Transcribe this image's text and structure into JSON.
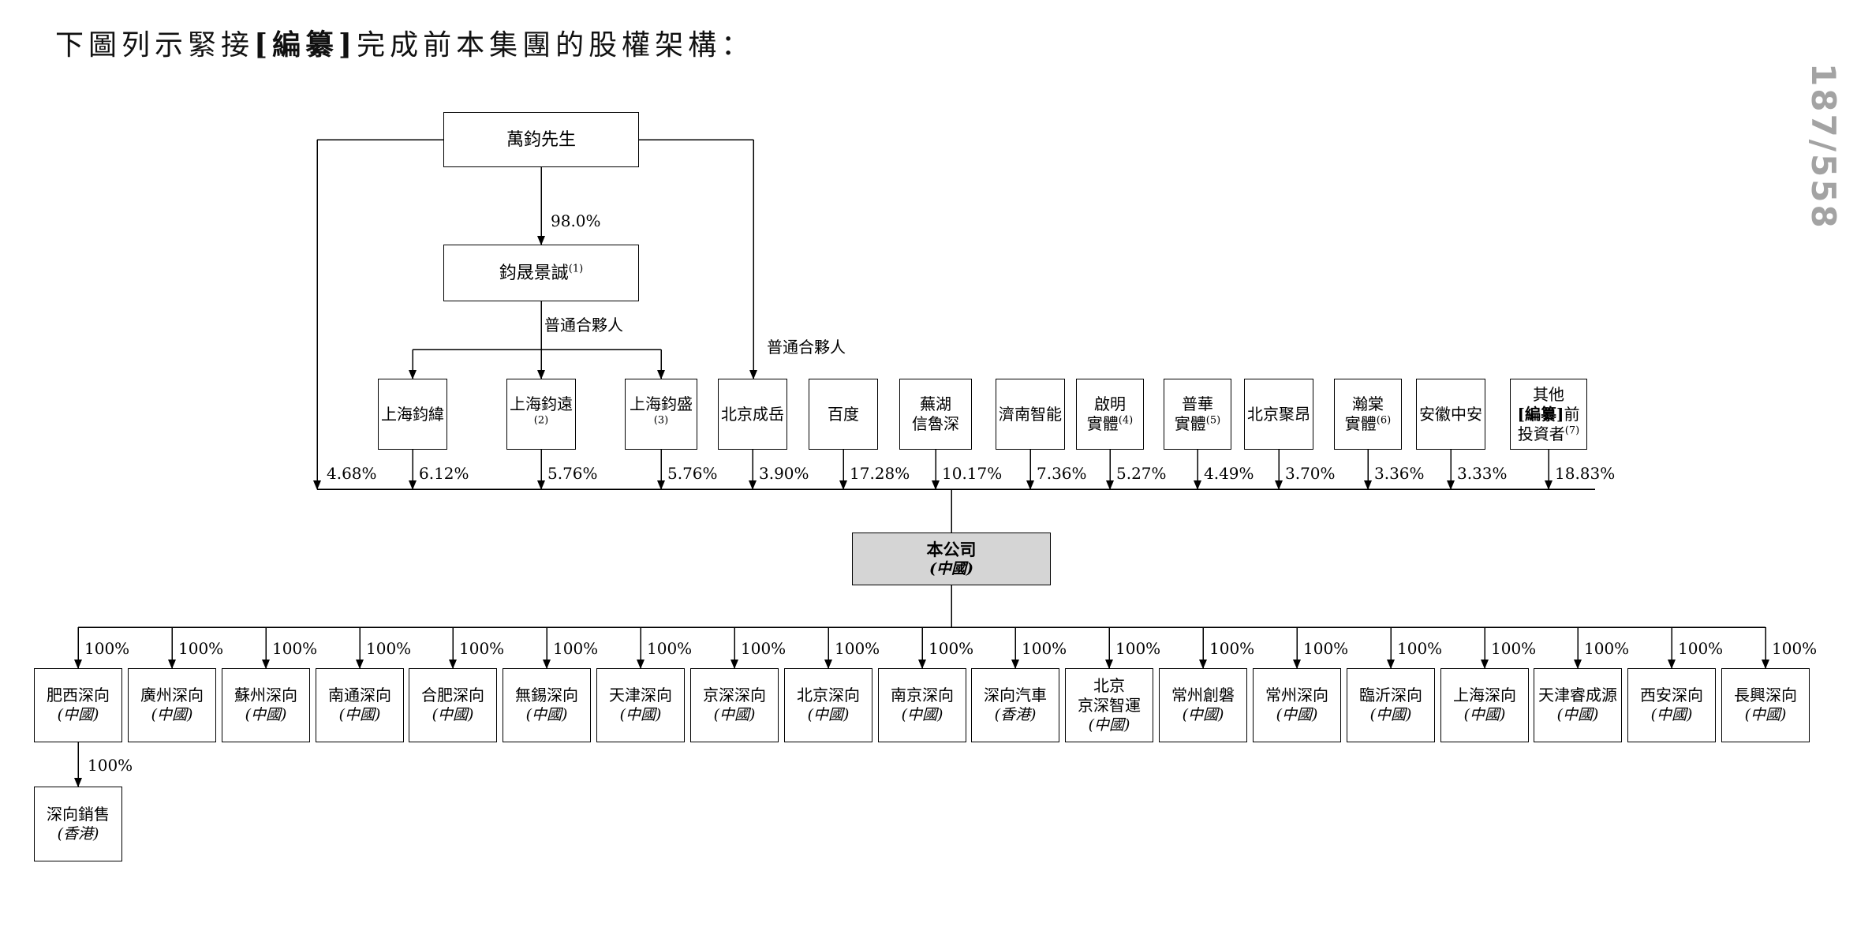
{
  "page": {
    "title_prefix": "下圖列示緊接",
    "title_redacted": "[編纂]",
    "title_suffix": "完成前本集團的股權架構：",
    "page_number": "187/558"
  },
  "diagram": {
    "founder": {
      "label": "萬鈞先生"
    },
    "founder_to_fund_pct": "98.0%",
    "fund": {
      "label": "鈞晟景誠",
      "sup": "(1)"
    },
    "gp_label_left": "普通合夥人",
    "gp_label_right": "普通合夥人",
    "founder_direct_pct": "4.68%",
    "shareholders": [
      {
        "lines": [
          "上海鈞緯"
        ],
        "sup": "",
        "pct": "6.12%"
      },
      {
        "lines": [
          "上海鈞遠"
        ],
        "sup": "(2)",
        "pct": "5.76%"
      },
      {
        "lines": [
          "上海鈞盛"
        ],
        "sup": "(3)",
        "pct": "5.76%"
      },
      {
        "lines": [
          "北京成岳"
        ],
        "sup": "",
        "pct": "3.90%"
      },
      {
        "lines": [
          "百度"
        ],
        "sup": "",
        "pct": "17.28%"
      },
      {
        "lines": [
          "蕪湖",
          "信魯深"
        ],
        "sup": "",
        "pct": "10.17%"
      },
      {
        "lines": [
          "濟南智能"
        ],
        "sup": "",
        "pct": "7.36%"
      },
      {
        "lines": [
          "啟明",
          "實體"
        ],
        "sup": "(4)",
        "pct": "5.27%"
      },
      {
        "lines": [
          "普華",
          "實體"
        ],
        "sup": "(5)",
        "pct": "4.49%"
      },
      {
        "lines": [
          "北京聚昂"
        ],
        "sup": "",
        "pct": "3.70%"
      },
      {
        "lines": [
          "瀚棠",
          "實體"
        ],
        "sup": "(6)",
        "pct": "3.36%"
      },
      {
        "lines": [
          "安徽中安"
        ],
        "sup": "",
        "pct": "3.33%"
      },
      {
        "lines": [
          "其他",
          "[編纂]前",
          "投資者"
        ],
        "sup": "(7)",
        "pct": "18.83%"
      }
    ],
    "company": {
      "name": "本公司",
      "region": "(中國)"
    },
    "subsidiaries": [
      {
        "lines": [
          "肥西深向"
        ],
        "region": "(中國)",
        "pct": "100%"
      },
      {
        "lines": [
          "廣州深向"
        ],
        "region": "(中國)",
        "pct": "100%"
      },
      {
        "lines": [
          "蘇州深向"
        ],
        "region": "(中國)",
        "pct": "100%"
      },
      {
        "lines": [
          "南通深向"
        ],
        "region": "(中國)",
        "pct": "100%"
      },
      {
        "lines": [
          "合肥深向"
        ],
        "region": "(中國)",
        "pct": "100%"
      },
      {
        "lines": [
          "無錫深向"
        ],
        "region": "(中國)",
        "pct": "100%"
      },
      {
        "lines": [
          "天津深向"
        ],
        "region": "(中國)",
        "pct": "100%"
      },
      {
        "lines": [
          "京深深向"
        ],
        "region": "(中國)",
        "pct": "100%"
      },
      {
        "lines": [
          "北京深向"
        ],
        "region": "(中國)",
        "pct": "100%"
      },
      {
        "lines": [
          "南京深向"
        ],
        "region": "(中國)",
        "pct": "100%"
      },
      {
        "lines": [
          "深向汽車"
        ],
        "region": "(香港)",
        "pct": "100%"
      },
      {
        "lines": [
          "北京",
          "京深智運"
        ],
        "region": "(中國)",
        "pct": "100%"
      },
      {
        "lines": [
          "常州創磐"
        ],
        "region": "(中國)",
        "pct": "100%"
      },
      {
        "lines": [
          "常州深向"
        ],
        "region": "(中國)",
        "pct": "100%"
      },
      {
        "lines": [
          "臨沂深向"
        ],
        "region": "(中國)",
        "pct": "100%"
      },
      {
        "lines": [
          "上海深向"
        ],
        "region": "(中國)",
        "pct": "100%"
      },
      {
        "lines": [
          "天津睿成源"
        ],
        "region": "(中國)",
        "pct": "100%"
      },
      {
        "lines": [
          "西安深向"
        ],
        "region": "(中國)",
        "pct": "100%"
      },
      {
        "lines": [
          "長興深向"
        ],
        "region": "(中國)",
        "pct": "100%"
      }
    ],
    "hk_sales": {
      "lines": [
        "深向銷售"
      ],
      "region": "(香港)",
      "pct": "100%"
    }
  }
}
